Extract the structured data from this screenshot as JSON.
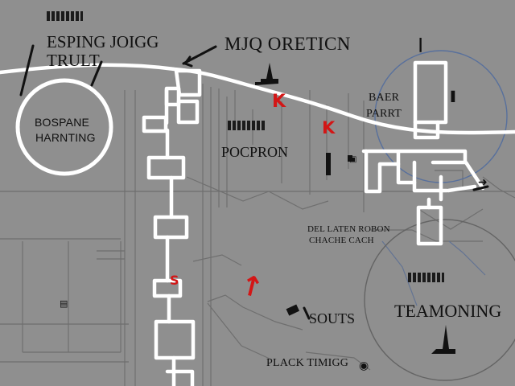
{
  "labels": {
    "top_left_line1": "ESPING JOIGG",
    "top_left_line2": "TRULT",
    "top_center": "MJQ ORETICN",
    "circle_left_line1": "BOSPANE",
    "circle_left_line2": "HARNTING",
    "center": "POCPRON",
    "right_top_line1": "BAER",
    "right_top_line2": "PARRT",
    "center_small_line1": "DEL LATEN ROBON",
    "center_small_line2": "CHACHE CACH",
    "lower_right": "TEAMONING",
    "bottom_center": "SOUTS",
    "bottom_left": "PLACK TIMIGG"
  },
  "icons": {
    "north": "north-arrow-icon",
    "marker": "red-k-marker-icon",
    "pin": "map-pin-icon",
    "compass": "compass-icon"
  },
  "colors": {
    "background": "#8f8f8f",
    "road": "#ffffff",
    "marker_red": "#d31616",
    "linework": "#5d5d5d"
  }
}
